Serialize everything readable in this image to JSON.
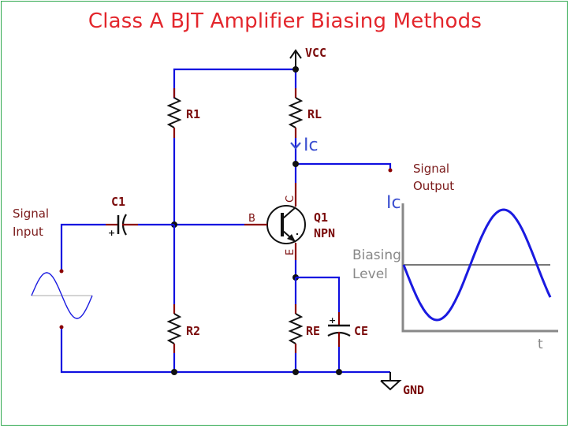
{
  "title": "Class A BJT Amplifier Biasing Methods",
  "labels": {
    "vcc": "VCC",
    "gnd": "GND",
    "r1": "R1",
    "r2": "R2",
    "rl": "RL",
    "re": "RE",
    "c1": "C1",
    "ce": "CE",
    "q1": "Q1",
    "q1_type": "NPN",
    "pin_b": "B",
    "pin_c": "C",
    "pin_e": "E",
    "ic_arrow": "Ic",
    "cap_plus": "+",
    "signal_input_line1": "Signal",
    "signal_input_line2": "Input",
    "signal_output_line1": "Signal",
    "signal_output_line2": "Output"
  },
  "graph": {
    "y_label": "Ic",
    "x_label": "t",
    "bias_line1": "Biasing",
    "bias_line2": "Level"
  },
  "colors": {
    "title": "#e3262c",
    "wire": "#1010e0",
    "label": "#7a0a0a",
    "waveform": "#1a1ae0",
    "frame": "#2fa84f"
  }
}
